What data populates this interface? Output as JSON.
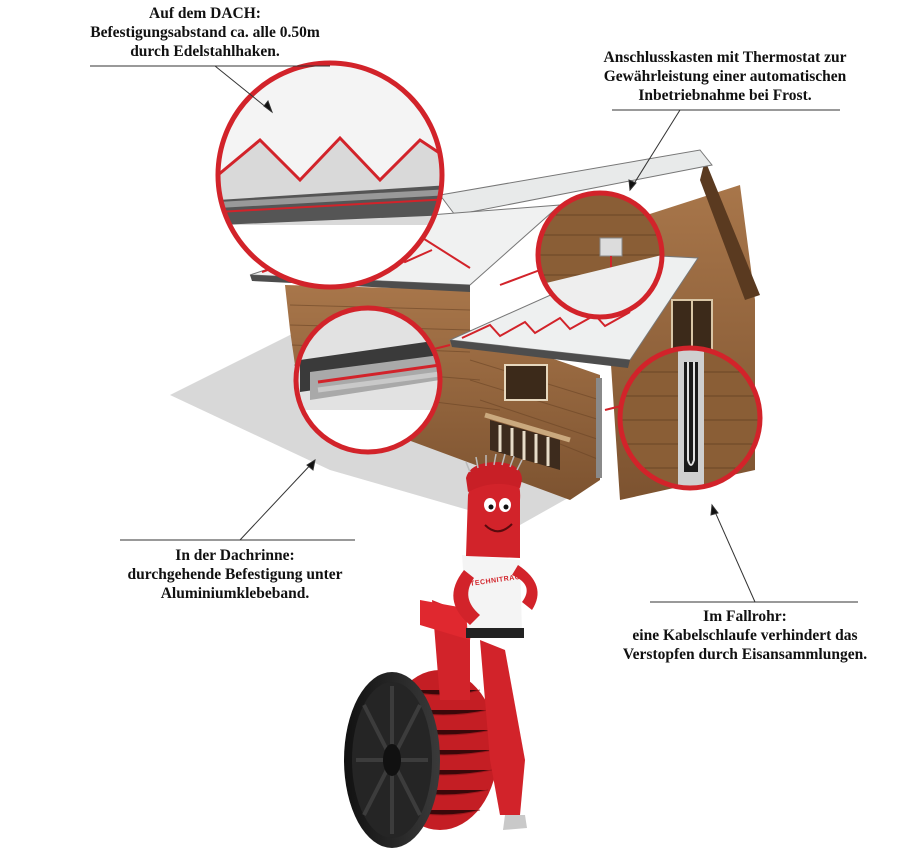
{
  "labels": {
    "roof": [
      "Auf dem DACH:",
      "Befestigungsabstand ca. alle 0.50m",
      "durch Edelstahlhaken."
    ],
    "junction_box": [
      "Anschlusskasten mit Thermostat zur",
      "Gewährleistung einer automatischen",
      "Inbetriebnahme bei Frost."
    ],
    "gutter": [
      "In der Dachrinne:",
      "durchgehende Befestigung unter",
      "Aluminiumklebeband."
    ],
    "downpipe": [
      "Im Fallrohr:",
      "eine Kabelschlaufe verhindert das",
      "Verstopfen durch Eisansammlungen."
    ]
  },
  "mascot_shirt_logo": "TECHNITRACE",
  "colors": {
    "accent_red": "#d2232a",
    "wood": "#9a6a3e",
    "wood_dark": "#6b4526",
    "snow": "#eef0f0",
    "shadow": "#d4d4d4",
    "text": "#111111",
    "reel": "#1e1e1e"
  }
}
